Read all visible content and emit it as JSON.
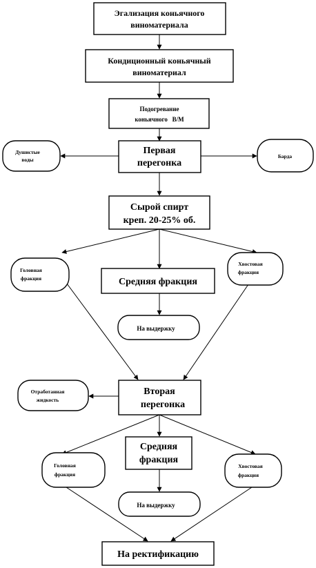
{
  "nodes": {
    "egalizatsiya": {
      "line1": "Эгализация коньячного",
      "line2": "виноматериала"
    },
    "konditsionny": {
      "line1": "Кондиционный коньячный",
      "line2": "виноматериал"
    },
    "podogrevanie": {
      "line1": "Подогревание",
      "line2": "коньячного   В/М"
    },
    "pervaya": {
      "line1": "Первая",
      "line2": "перегонка"
    },
    "dushistye": {
      "line1": "Душистые",
      "line2": "воды"
    },
    "barda": {
      "line1": "Барда"
    },
    "syroy_spirt": {
      "line1": "Сырой спирт",
      "line2": "креп. 20-25% об."
    },
    "golovnaya_1": {
      "line1": "Головная",
      "line2": "фракция"
    },
    "srednyaya_1": {
      "line1": "Средняя фракция"
    },
    "khvostovaya_1": {
      "line1": "Хвостовая",
      "line2": "фракция"
    },
    "na_vyderzhku_1": {
      "line1": "На выдержку"
    },
    "vtoraya": {
      "line1": "Вторая",
      "line2": "перегонка"
    },
    "otrabotannaya": {
      "line1": "Отработанная",
      "line2": "жидкость"
    },
    "golovnaya_2": {
      "line1": "Головная",
      "line2": "фракция"
    },
    "srednyaya_2": {
      "line1": "Средняя",
      "line2": "фракция"
    },
    "khvostovaya_2": {
      "line1": "Хвостовая",
      "line2": "фракция"
    },
    "na_vyderzhku_2": {
      "line1": "На выдержку"
    },
    "na_rektifikatsiyu": {
      "line1": "На ректификацию"
    }
  }
}
